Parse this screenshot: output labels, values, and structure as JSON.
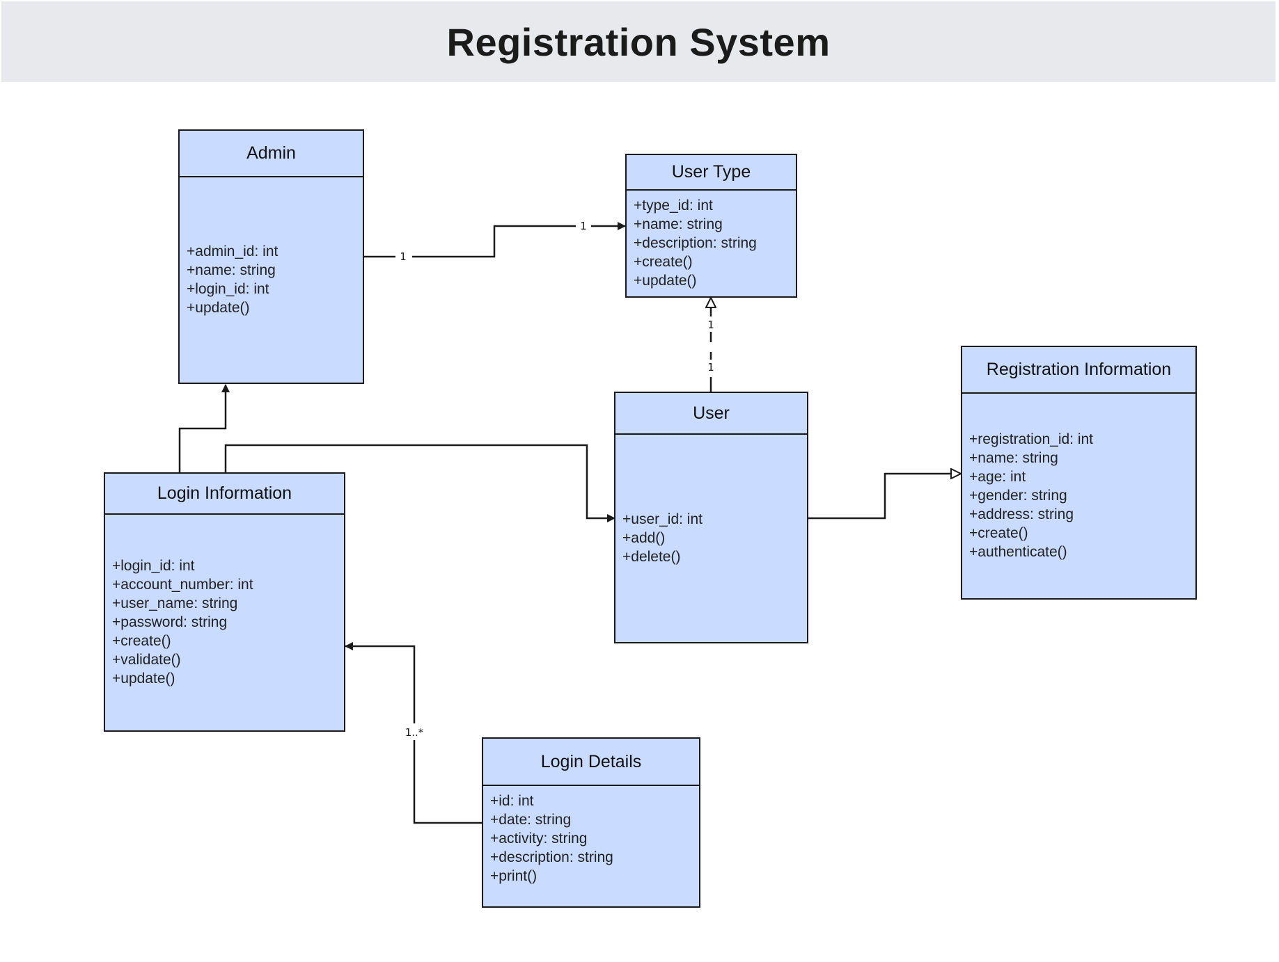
{
  "title": "Registration System",
  "colors": {
    "title_bg": "#e8e9ed",
    "class_fill": "#c9dcff",
    "stroke": "#1a1a1a"
  },
  "classes": {
    "admin": {
      "name": "Admin",
      "members": [
        "+admin_id: int",
        "+name: string",
        "+login_id: int",
        "+update()"
      ]
    },
    "user_type": {
      "name": "User Type",
      "members": [
        "+type_id: int",
        "+name: string",
        "+description: string",
        "+create()",
        "+update()"
      ]
    },
    "registration_information": {
      "name": "Registration Information",
      "members": [
        "+registration_id: int",
        "+name: string",
        "+age: int",
        "+gender: string",
        "+address: string",
        "+create()",
        "+authenticate()"
      ]
    },
    "user": {
      "name": "User",
      "members": [
        "+user_id: int",
        "+add()",
        "+delete()"
      ]
    },
    "login_information": {
      "name": "Login Information",
      "members": [
        "+login_id: int",
        "+account_number: int",
        "+user_name: string",
        "+password: string",
        "+create()",
        "+validate()",
        "+update()"
      ]
    },
    "login_details": {
      "name": "Login Details",
      "members": [
        "+id: int",
        "+date: string",
        "+activity: string",
        "+description: string",
        "+print()"
      ]
    }
  },
  "relationships": {
    "admin_to_user_type": {
      "source_multiplicity": "1",
      "target_multiplicity": "1"
    },
    "user_to_user_type": {
      "source_multiplicity": "1",
      "target_multiplicity": "1"
    },
    "login_details_to_login_information": {
      "source_multiplicity": "1..*"
    }
  }
}
